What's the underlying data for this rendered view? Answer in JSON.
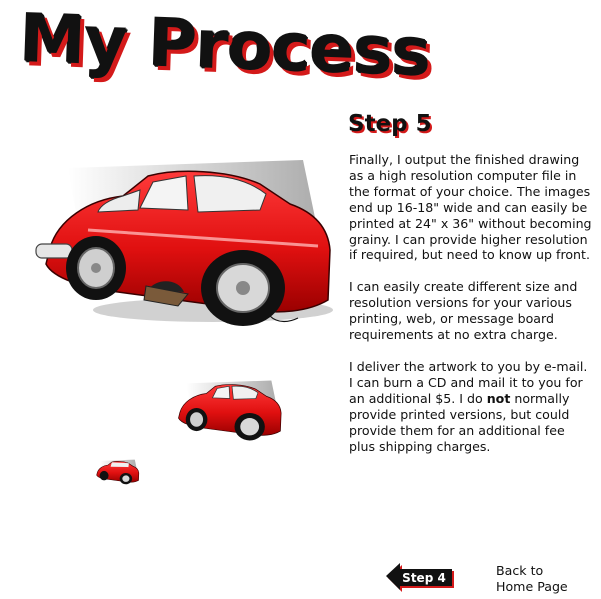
{
  "page": {
    "title": "My Process"
  },
  "step": {
    "heading": "Step 5",
    "paragraph1": "Finally, I output the finished drawing as a high resolution computer file in the format of your choice.  The images end up 16-18\" wide and can easily be printed at 24\" x 36\" without becoming grainy.  I can provide higher resolution if required, but need to know up front.",
    "paragraph2": "I can easily create different size and resolution versions for your various printing, web, or message board requirements at no extra charge.",
    "paragraph3_lead": "I deliver the artwork to you by e-mail.  I can burn a CD and mail it to you for an additional $5.  I do ",
    "paragraph3_emphasis": "not",
    "paragraph3_tail": " normally provide printed versions, but could provide them for an additional fee plus shipping charges."
  },
  "nav": {
    "prev_label": "Step 4",
    "home_line1": "Back to",
    "home_line2": "Home Page"
  },
  "colors": {
    "accent_red": "#d41a1a",
    "text": "#111111",
    "background": "#ffffff"
  },
  "icons": {
    "prev_arrow": "left-arrow-icon"
  }
}
